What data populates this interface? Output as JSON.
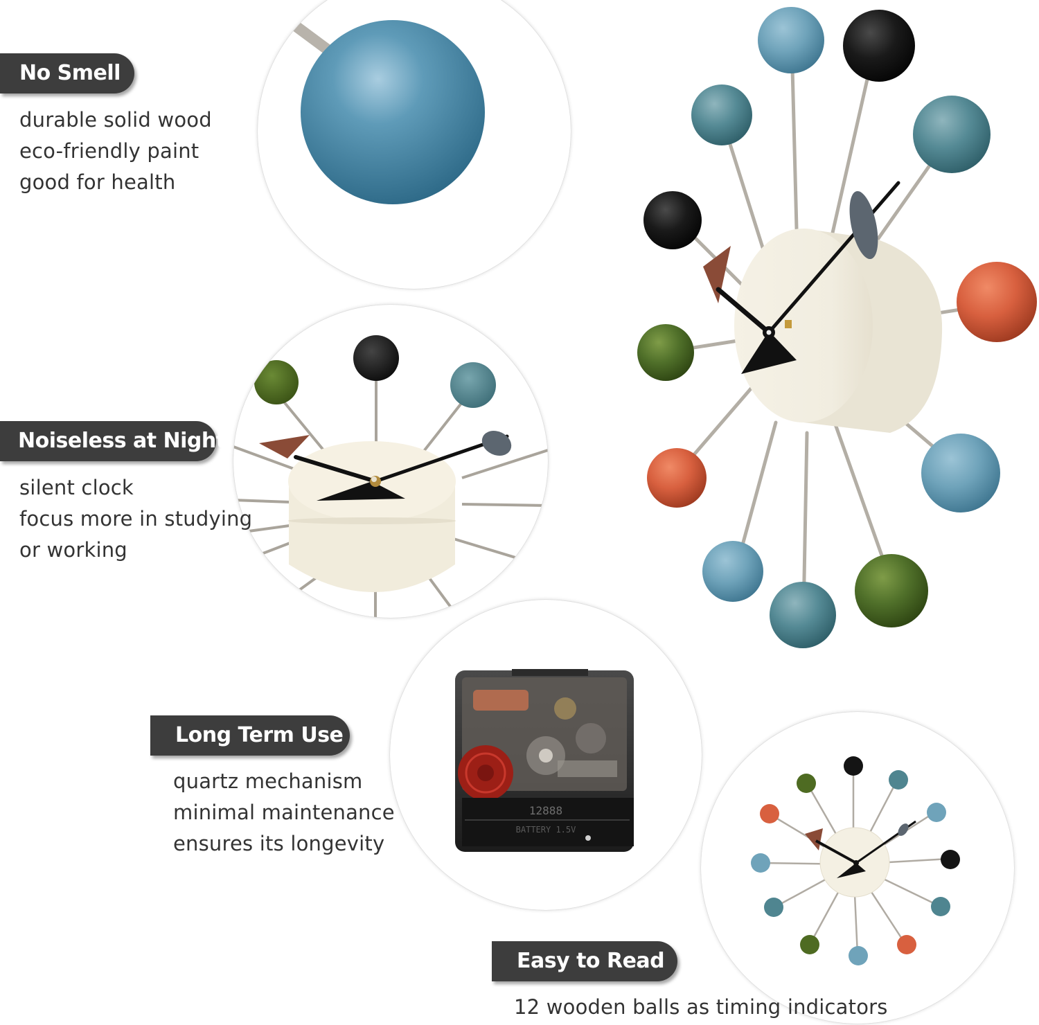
{
  "features": [
    {
      "title": "No Smell",
      "lines": [
        "durable solid wood",
        "eco-friendly paint",
        "good for health"
      ]
    },
    {
      "title": "Noiseless at Night",
      "lines": [
        "silent clock",
        "focus more in studying",
        "or working"
      ]
    },
    {
      "title": "Long Term Use",
      "lines": [
        "quartz mechanism",
        "minimal maintenance",
        "ensures its longevity"
      ]
    },
    {
      "title": "Easy to Read",
      "lines": [
        "12 wooden balls as timing indicators"
      ]
    }
  ],
  "movement_label": "12888",
  "movement_sublabel": "BATTERY 1.5V",
  "colors": {
    "badge": "#3d3d3d",
    "ball_blue": "#6fa3ba",
    "ball_black": "#141414",
    "ball_teal": "#4f8590",
    "ball_orange": "#d8603f",
    "ball_green": "#4e6b22",
    "clock_body": "#f1ede2",
    "hour_hand_triangle": "#8a4b37",
    "minute_hand_disc": "#5c6670"
  }
}
